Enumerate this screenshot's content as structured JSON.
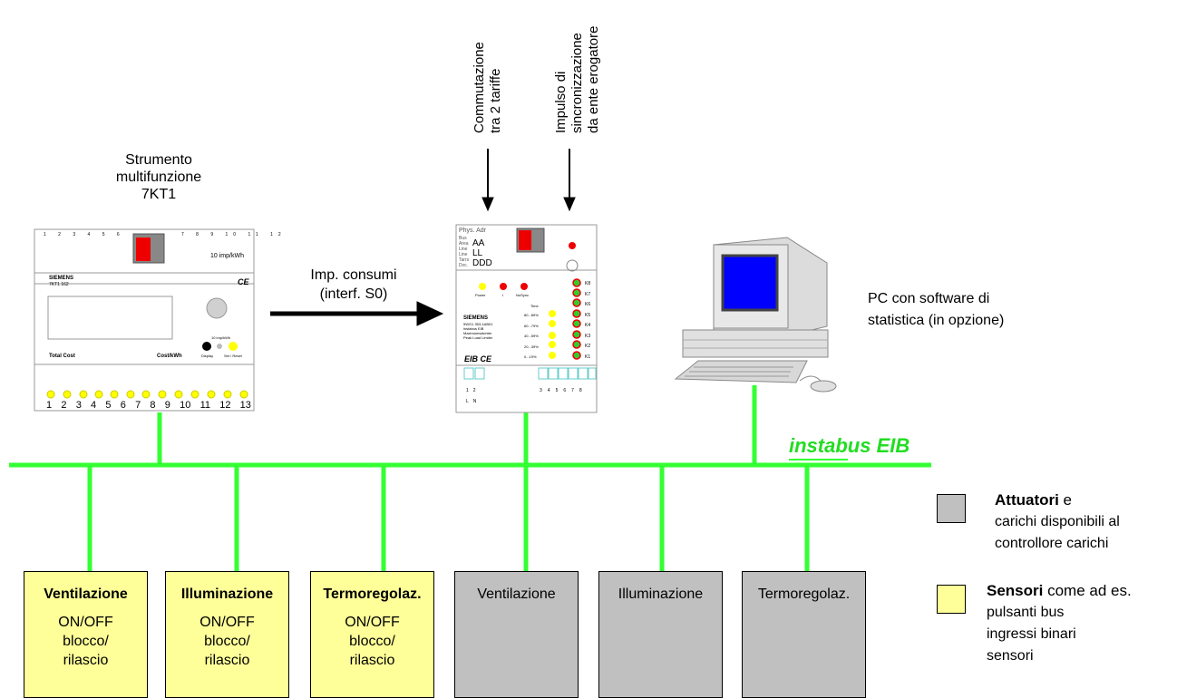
{
  "instrument": {
    "label_line1": "Strumento",
    "label_line2": "multifunzione",
    "label_line3": "7KT1",
    "brand": "SIEMENS",
    "model": "7KT1 162",
    "top_terminals": [
      "1",
      "2",
      "3",
      "4",
      "5",
      "6",
      "7",
      "8",
      "9",
      "10",
      "11",
      "12"
    ],
    "rate": "10",
    "rate_unit": "imp/kWh",
    "left_caption": "Total Cost",
    "right_caption": "Cost/kWh",
    "btn_caption_rate": "10 imp/kWh",
    "btn_display": "Display",
    "btn_set": "Set / Reset",
    "bottom_terminals": [
      "1",
      "2",
      "3",
      "4",
      "5",
      "6",
      "7",
      "8",
      "9",
      "10",
      "11",
      "12",
      "13"
    ]
  },
  "controller": {
    "phys_adr": "Phys. Adr",
    "row_labels": [
      "Bus",
      "Area",
      "Line",
      "Line",
      "Tarrs",
      "Dvc."
    ],
    "area_val": "AA",
    "line_val": "LL",
    "dvc_val": "DDD",
    "led_power": "Power",
    "led_i": "I",
    "led_nosync": "NoSync",
    "time_label": "Time",
    "bands": [
      "80...89%",
      "60...79%",
      "40...59%",
      "20...39%",
      "0...19%"
    ],
    "k_labels": [
      "K8",
      "K7",
      "K6",
      "K5",
      "K4",
      "K3",
      "K2",
      "K1"
    ],
    "brand": "SIEMENS",
    "desc_lines": [
      "5WG1 353-1AB01",
      "instabus EIB",
      "Maximumwächter",
      "Peak Load Limiter"
    ],
    "bottom_terms_left": [
      "1",
      "2"
    ],
    "bottom_terms_left_sub": [
      "L",
      "N"
    ],
    "bottom_terms_right": [
      "3",
      "4",
      "5",
      "6",
      "7",
      "8"
    ]
  },
  "arrows": {
    "tariff_line1": "Commutazione",
    "tariff_line2": "tra 2 tariffe",
    "sync_line1": "Impulso di",
    "sync_line2": "sincronizzazione",
    "sync_line3": "da ente erogatore",
    "consumption_line1": "Imp. consumi",
    "consumption_line2": "(interf. S0)"
  },
  "pc": {
    "line1": "PC con software di",
    "line2": "statistica (in opzione)"
  },
  "bus": {
    "label": "instabus EIB",
    "color": "#33ff33"
  },
  "boxes": [
    {
      "type": "sensor",
      "title": "Ventilazione",
      "l1": "ON/OFF",
      "l2": "blocco/",
      "l3": "rilascio"
    },
    {
      "type": "sensor",
      "title": "Illuminazione",
      "l1": "ON/OFF",
      "l2": "blocco/",
      "l3": "rilascio"
    },
    {
      "type": "sensor",
      "title": "Termoregolaz.",
      "l1": "ON/OFF",
      "l2": "blocco/",
      "l3": "rilascio"
    },
    {
      "type": "actor",
      "title": "Ventilazione"
    },
    {
      "type": "actor",
      "title": "Illuminazione"
    },
    {
      "type": "actor",
      "title": "Termoregolaz."
    }
  ],
  "legend": {
    "actor_bold": "Attuatori",
    "actor_rest": " e",
    "actor_l2": "carichi disponibili al",
    "actor_l3": "controllore carichi",
    "sensor_bold": "Sensori",
    "sensor_rest": " come ad es.",
    "sensor_l2": "pulsanti bus",
    "sensor_l3": "ingressi binari",
    "sensor_l4": "sensori",
    "actor_color": "#c0c0c0",
    "sensor_color": "#ffff99"
  }
}
